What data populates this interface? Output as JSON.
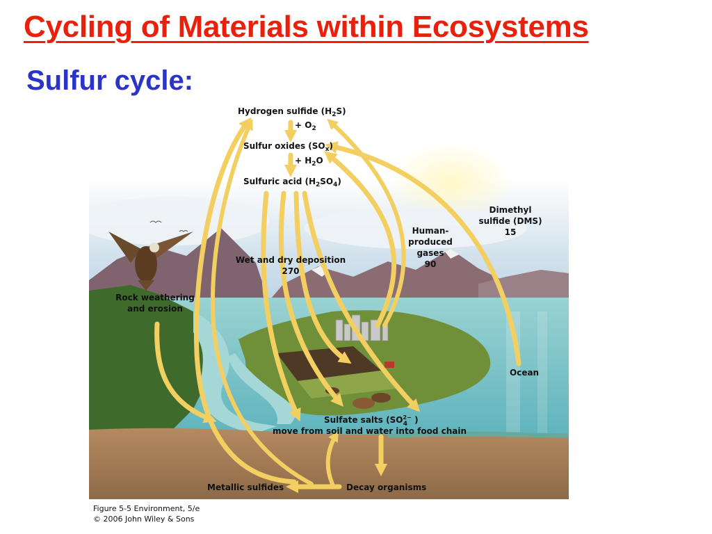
{
  "slide": {
    "title": "Cycling of Materials within Ecosystems",
    "subtitle": "Sulfur cycle:"
  },
  "diagram": {
    "labels": {
      "hydrogen_sulfide": {
        "text": "Hydrogen sulfide (H",
        "sub": "2",
        "tail": "S)"
      },
      "plus_o2": {
        "text": "+ O",
        "sub": "2"
      },
      "sulfur_oxides": {
        "text": "Sulfur oxides (SO",
        "sub": "x",
        "tail": ")"
      },
      "plus_h2o": {
        "text": "+ H",
        "sub": "2",
        "tail": "O"
      },
      "sulfuric_acid": {
        "text": "Sulfuric acid (H",
        "sub": "2",
        "mid": "SO",
        "sub2": "4",
        "tail": ")"
      },
      "dimethyl_sulfide": [
        "Dimethyl",
        "sulfide (DMS)",
        "15"
      ],
      "human_gases": [
        "Human-",
        "produced",
        "gases",
        "90"
      ],
      "deposition": [
        "Wet and dry deposition",
        "270"
      ],
      "rock_weathering": [
        "Rock weathering",
        "and erosion"
      ],
      "ocean": "Ocean",
      "sulfate_salts": {
        "text": "Sulfate salts (SO",
        "sup": "2−",
        "sub": "4",
        "tail": " )"
      },
      "food_chain": "move from soil and water into food chain",
      "metallic_sulfides": "Metallic sulfides",
      "decay_organisms": "Decay organisms"
    },
    "colors": {
      "arrow": "#f5d77a",
      "arrow_edge": "#e8c050",
      "sky": "#dfe9f0",
      "water": "#7cc4c8",
      "ground": "#a07a55",
      "mountain": "#8a6a70",
      "forest": "#3d6b2a",
      "field": "#7a9a3a"
    }
  },
  "caption": {
    "line1": "Figure 5-5  Environment, 5/e",
    "line2": "© 2006 John Wiley & Sons"
  }
}
